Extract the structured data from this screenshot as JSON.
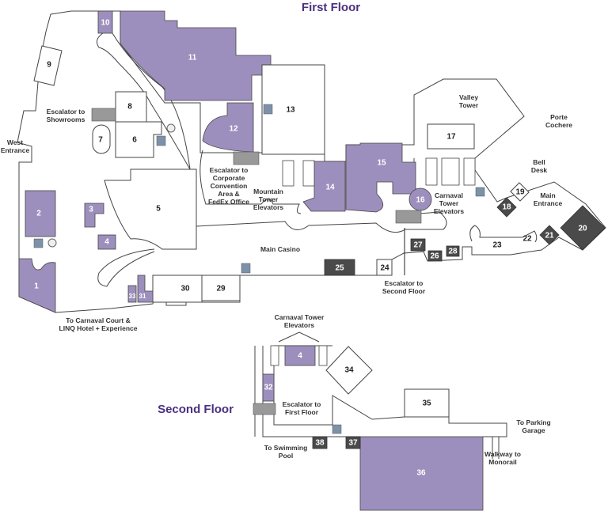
{
  "titles": {
    "first_floor": "First Floor",
    "second_floor": "Second Floor"
  },
  "colors": {
    "venue": "#9d8fbd",
    "service": "#4a4a4a",
    "title": "#4b2f80",
    "restroom": "#7d92a8"
  },
  "units": {
    "u1": "1",
    "u2": "2",
    "u3": "3",
    "u4": "4",
    "u5": "5",
    "u6": "6",
    "u7": "7",
    "u8": "8",
    "u9": "9",
    "u10": "10",
    "u11": "11",
    "u12": "12",
    "u13": "13",
    "u14": "14",
    "u15": "15",
    "u16": "16",
    "u17": "17",
    "u18": "18",
    "u19": "19",
    "u20": "20",
    "u21": "21",
    "u22": "22",
    "u23": "23",
    "u24": "24",
    "u25": "25",
    "u26": "26",
    "u27": "27",
    "u28": "28",
    "u29": "29",
    "u30": "30",
    "u31": "31",
    "u33": "33",
    "s4": "4",
    "s32": "32",
    "s34": "34",
    "s35": "35",
    "s36": "36",
    "s37": "37",
    "s38": "38"
  },
  "labels": {
    "escalator_showrooms": [
      "Escalator to",
      "Showrooms"
    ],
    "west_entrance": [
      "West",
      "Entrance"
    ],
    "escalator_convention": [
      "Escalator to",
      "Corporate",
      "Convention",
      "Area &",
      "FedEx Office"
    ],
    "mountain_elevators": [
      "Mountain",
      "Tower",
      "Elevators"
    ],
    "valley_tower": [
      "Valley",
      "Tower"
    ],
    "porte_cochere": [
      "Porte",
      "Cochere"
    ],
    "bell_desk": [
      "Bell",
      "Desk"
    ],
    "main_entrance": [
      "Main",
      "Entrance"
    ],
    "carnaval_elevators": [
      "Carnaval",
      "Tower",
      "Elevators"
    ],
    "main_casino": "Main Casino",
    "escalator_second": [
      "Escalator to",
      "Second Floor"
    ],
    "carnaval_court": [
      "To Carnaval Court &",
      "LINQ Hotel + Experience"
    ],
    "carnaval_elevators_2": [
      "Carnaval Tower",
      "Elevators"
    ],
    "escalator_first": [
      "Escalator to",
      "First Floor"
    ],
    "parking": [
      "To Parking",
      "Garage"
    ],
    "pool": [
      "To Swimming",
      "Pool"
    ],
    "monorail": [
      "Walkway to",
      "Monorail"
    ]
  }
}
